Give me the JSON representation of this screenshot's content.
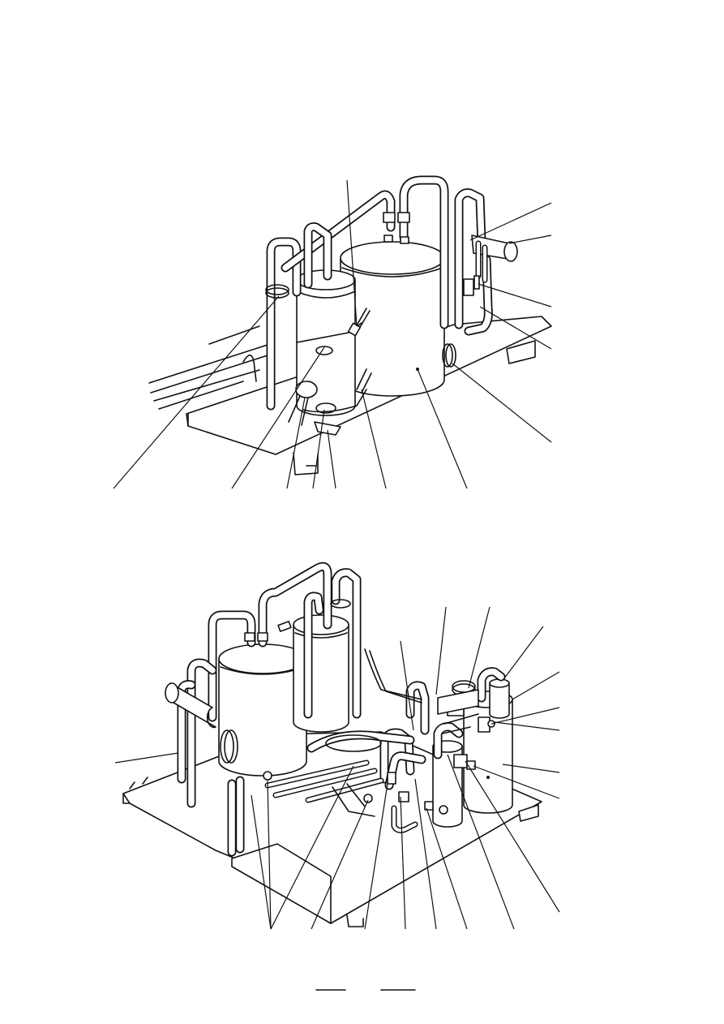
{
  "figures": [
    {
      "name": "top-isometric-view",
      "leader_count": 14
    },
    {
      "name": "bottom-isometric-view",
      "leader_count": 18
    }
  ],
  "footer": {
    "blank_lines": 2
  }
}
